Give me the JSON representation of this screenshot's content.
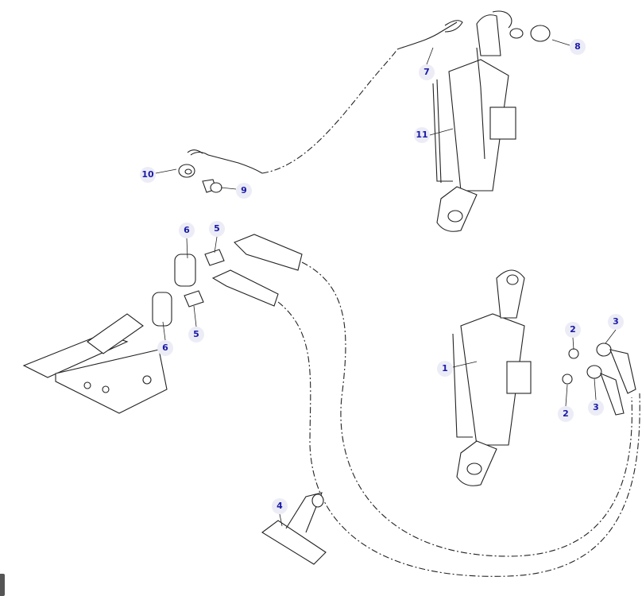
{
  "diagram": {
    "callouts": [
      {
        "id": "c7",
        "label": "7"
      },
      {
        "id": "c8",
        "label": "8"
      },
      {
        "id": "c11",
        "label": "11"
      },
      {
        "id": "c10",
        "label": "10"
      },
      {
        "id": "c9",
        "label": "9"
      },
      {
        "id": "c6a",
        "label": "6"
      },
      {
        "id": "c5a",
        "label": "5"
      },
      {
        "id": "c5b",
        "label": "5"
      },
      {
        "id": "c6b",
        "label": "6"
      },
      {
        "id": "c2a",
        "label": "2"
      },
      {
        "id": "c3a",
        "label": "3"
      },
      {
        "id": "c1",
        "label": "1"
      },
      {
        "id": "c2b",
        "label": "2"
      },
      {
        "id": "c3b",
        "label": "3"
      },
      {
        "id": "c4",
        "label": "4"
      }
    ],
    "colors": {
      "callout_text": "#1a1aa8",
      "callout_bg": "#ececf6",
      "line": "#222222"
    }
  }
}
